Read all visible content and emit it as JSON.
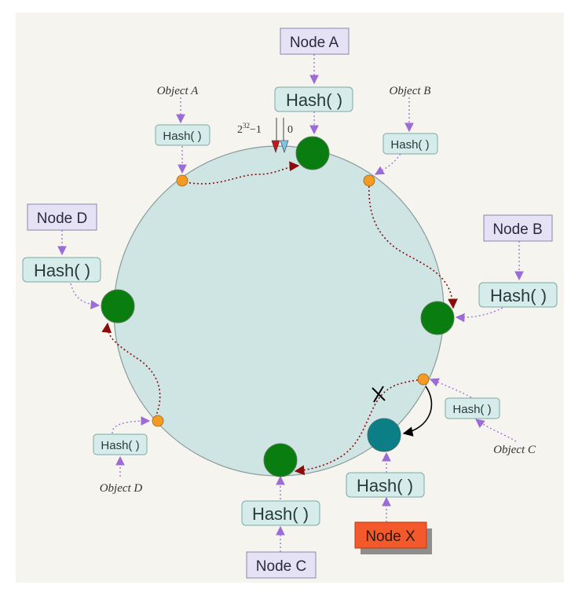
{
  "ring": {
    "max_label": "2",
    "max_exp": "32",
    "max_suffix": "−1",
    "zero_label": "0"
  },
  "node_a": {
    "label": "Node A",
    "hash": "Hash( )"
  },
  "node_b": {
    "label": "Node B",
    "hash": "Hash( )"
  },
  "node_c": {
    "label": "Node C",
    "hash": "Hash( )"
  },
  "node_d": {
    "label": "Node D",
    "hash": "Hash( )"
  },
  "node_x": {
    "label": "Node X",
    "hash": "Hash( )"
  },
  "object_a": {
    "label": "Object A",
    "hash": "Hash( )"
  },
  "object_b": {
    "label": "Object B",
    "hash": "Hash( )"
  },
  "object_c": {
    "label": "Object C",
    "hash": "Hash( )"
  },
  "object_d": {
    "label": "Object D",
    "hash": "Hash( )"
  },
  "colors": {
    "background": "#f6f4ef",
    "ring_fill": "#cfe5e4",
    "node": "#0a7d10",
    "new_node": "#0c7f86",
    "object_point": "#f59a23",
    "node_label_box": "#e6e2f6",
    "hash_box": "#d6ecea",
    "node_x_box": "#f4592c",
    "purple_arrow": "#9b6bd6",
    "red_path": "#8b0a0a",
    "max_marker": "#c8141c",
    "zero_marker": "#7fc4ea"
  }
}
